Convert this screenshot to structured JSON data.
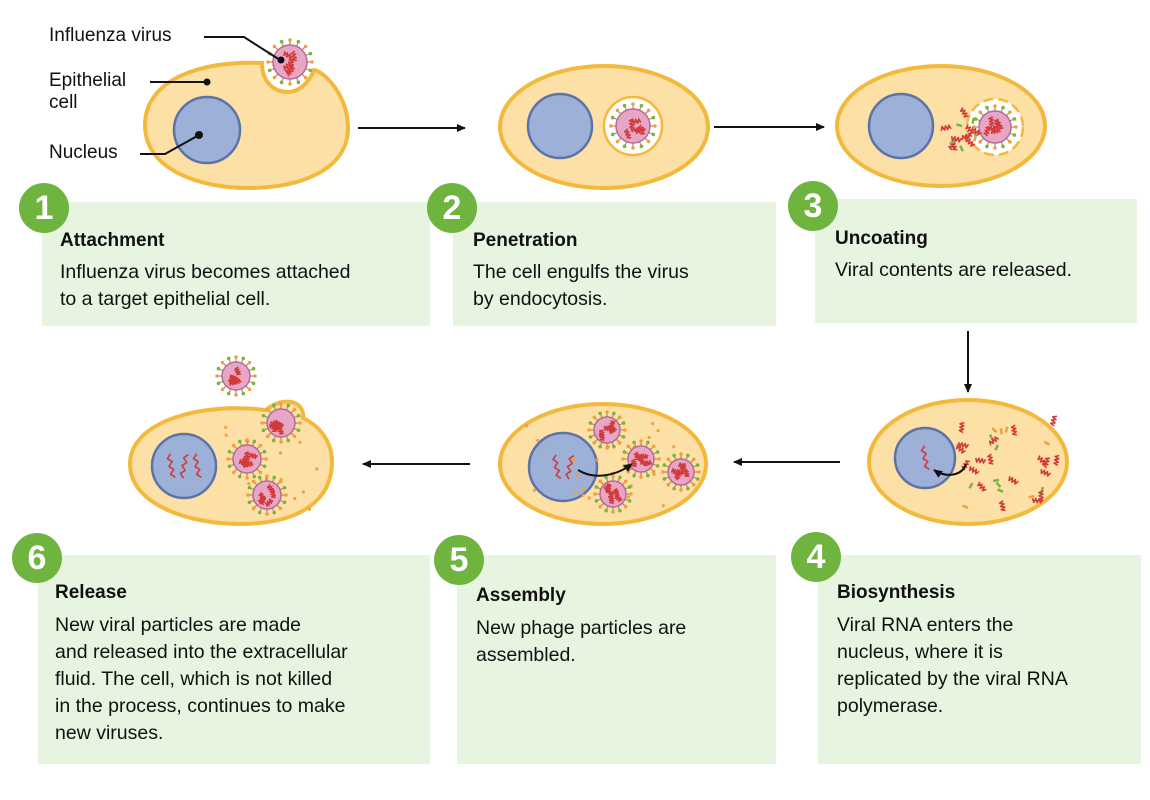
{
  "labels": {
    "virus": "Influenza virus",
    "cell": "Epithelial\ncell",
    "nucleus": "Nucleus"
  },
  "steps": [
    {
      "number": "1",
      "title": "Attachment",
      "description": "Influenza virus becomes attached\nto a target epithelial cell."
    },
    {
      "number": "2",
      "title": "Penetration",
      "description": "The cell engulfs the virus\nby endocytosis."
    },
    {
      "number": "3",
      "title": "Uncoating",
      "description": "Viral contents are released."
    },
    {
      "number": "4",
      "title": "Biosynthesis",
      "description": "Viral RNA enters the\nnucleus, where it is\nreplicated by the viral RNA\npolymerase."
    },
    {
      "number": "5",
      "title": "Assembly",
      "description": "New phage particles are\nassembled."
    },
    {
      "number": "6",
      "title": "Release",
      "description": "New viral particles are made\nand released into the extracellular\nfluid. The cell, which is not killed\nin the process, continues to make\nnew viruses."
    }
  ],
  "colors": {
    "cell_fill": "#fde0a6",
    "cell_stroke": "#f3b93d",
    "nucleus_fill": "#9cb0d8",
    "nucleus_stroke": "#5d73a8",
    "virus_fill": "#e8a6c6",
    "virus_stroke": "#b46c93",
    "rna": "#d23a3a",
    "spike_green": "#7bb342",
    "spike_orange": "#f0a040",
    "box": "#e7f4e0",
    "badge": "#6fb43f"
  }
}
